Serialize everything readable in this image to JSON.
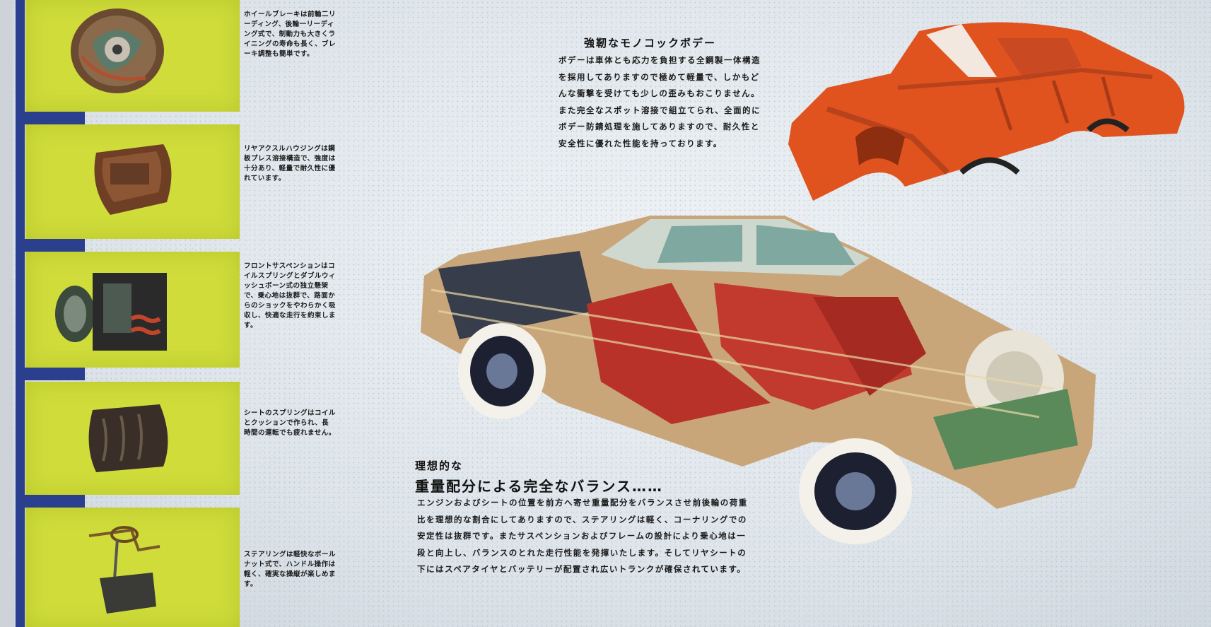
{
  "monocoque": {
    "heading": "強靭なモノコックボデー",
    "body": "ボデーは車体とも応力を負担する全鋼製一体構造を採用してありますので極めて軽量で、しかもどんな衝撃を受けても少しの歪みもおこりません。また完全なスポット溶接で組立てられ、全面的にボデー防錆処理を施してありますので、耐久性と安全性に優れた性能を持っております。"
  },
  "balance": {
    "heading_small": "理想的な",
    "heading_large": "重量配分による完全なバランス……",
    "body": "エンジンおよびシートの位置を前方へ寄せ重量配分をバランスさせ前後輪の荷重比を理想的な割合にしてありますので、ステアリングは軽く、コーナリングでの安定性は抜群です。またサスペンションおよびフレームの設計により乗心地は一段と向上し、バランスのとれた走行性能を発揮いたします。そしてリヤシートの下にはスペアタイヤとバッテリーが配置され広いトランクが確保されています。"
  },
  "captions": [
    "ホイールブレーキは前輪二リーディング、後輪一リーディング式で、制動力も大きくライニングの寿命も長く、ブレーキ調整も簡単です。",
    "リヤアクスルハウジングは鋼板プレス溶接構造で、強度は十分あり、軽量で耐久性に優れています。",
    "フロントサスペンションはコイルスプリングとダブルウィッシュボーン式の独立懸架で、乗心地は抜群で、路面からのショックをやわらかく吸収し、快適な走行を約束します。",
    "シートのスプリングはコイルとクッションで作られ、長時間の運転でも疲れません。",
    "ステアリングは軽快なボールナット式で、ハンドル操作は軽く、確実な操縦が楽しめます。"
  ],
  "colors": {
    "panel_yellow": "#cfdc3a",
    "accent_blue": "#2b3f8f",
    "body_orange": "#e0531f"
  }
}
